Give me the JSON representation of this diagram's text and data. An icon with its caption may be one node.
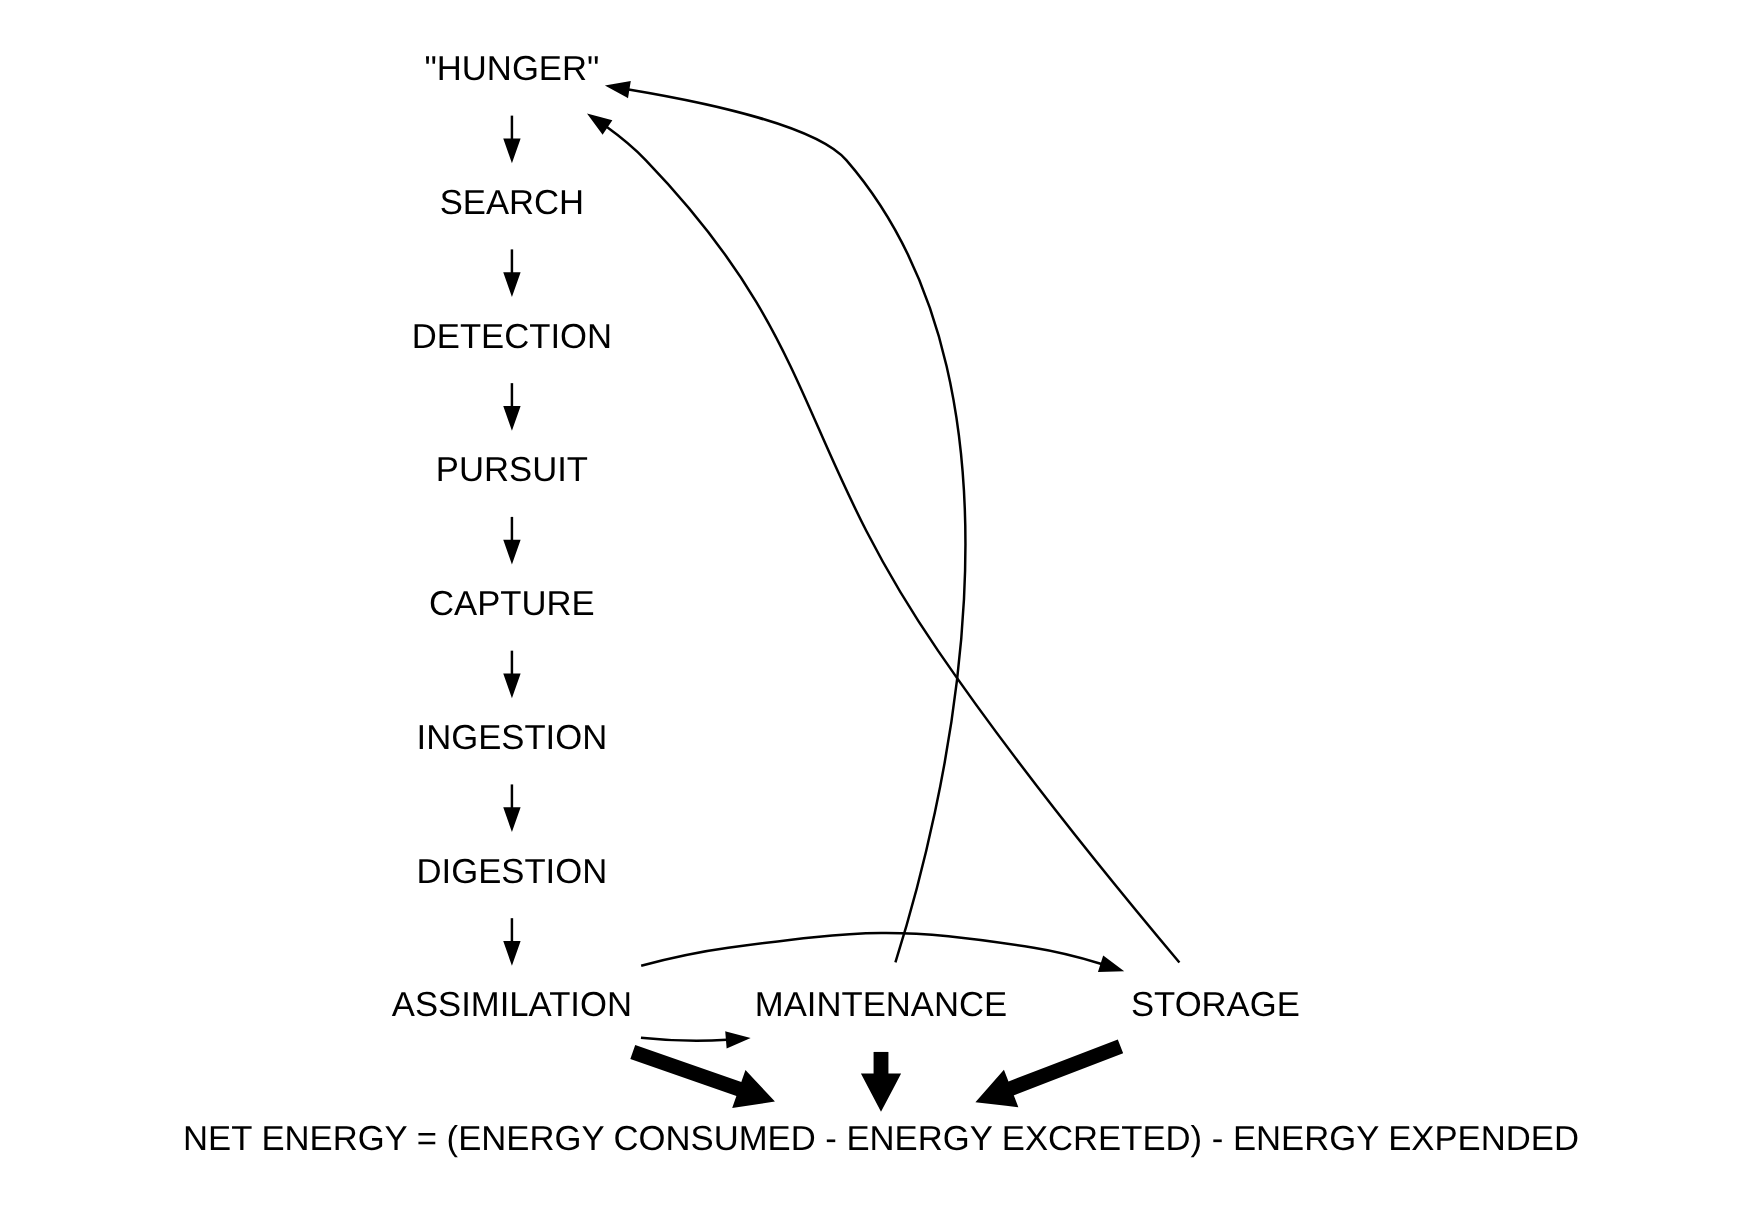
{
  "diagram": {
    "nodes": [
      {
        "text": [
          "\"HUNGER\""
        ]
      },
      {
        "text": [
          "SEARCH"
        ]
      },
      {
        "text": [
          "DETECTION"
        ]
      },
      {
        "text": [
          "PURSUIT"
        ]
      },
      {
        "text": [
          "CAPTURE"
        ]
      },
      {
        "text": [
          "INGESTION"
        ]
      },
      {
        "text": [
          "DIGESTION"
        ]
      },
      {
        "text": [
          "ASSIMILATION"
        ]
      },
      {
        "text": [
          "STORAGE"
        ]
      },
      {
        "text": [
          "MAINTENANCE"
        ]
      },
      {
        "text": [
          "NET ENERGY = (ENERGY CONSUMED - ENERGY EXCRETED) - ENERGY EXPENDED"
        ]
      }
    ],
    "edges": [
      {
        "from": 0,
        "to": 1,
        "arrow": "to"
      },
      {
        "from": 1,
        "to": 2,
        "arrow": "to"
      },
      {
        "from": 2,
        "to": 3,
        "arrow": "to"
      },
      {
        "from": 3,
        "to": 4,
        "arrow": "to"
      },
      {
        "from": 4,
        "to": 5,
        "arrow": "to"
      },
      {
        "from": 5,
        "to": 6,
        "arrow": "to"
      },
      {
        "from": 6,
        "to": 7,
        "arrow": "to"
      },
      {
        "from": 7,
        "to": 8,
        "arrow": "to"
      },
      {
        "from": 7,
        "to": 9,
        "arrow": "to"
      },
      {
        "from": 8,
        "to": 0,
        "arrow": "to"
      },
      {
        "from": 9,
        "to": 0,
        "arrow": "to"
      },
      {
        "from": 8,
        "to": 10,
        "arrow": "to",
        "style": "thick"
      },
      {
        "from": 7,
        "to": 10,
        "arrow": "to",
        "style": "thick"
      },
      {
        "from": 9,
        "to": 10,
        "arrow": "to",
        "style": "thick"
      }
    ]
  }
}
